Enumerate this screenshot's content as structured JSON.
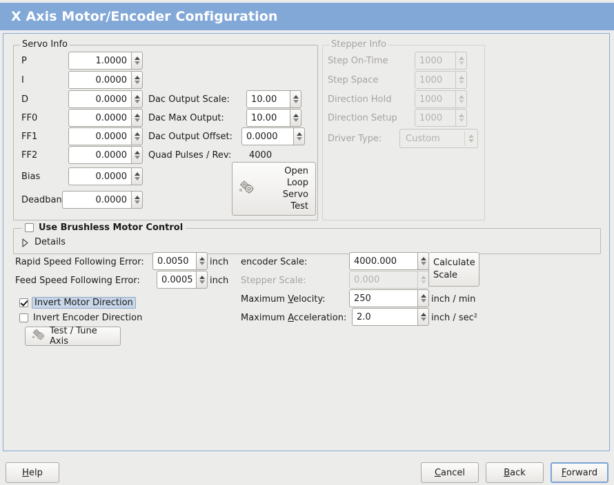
{
  "header": {
    "title": "X Axis Motor/Encoder Configuration"
  },
  "servo_info": {
    "legend": "Servo Info",
    "rows": [
      {
        "label": "P",
        "value": "1.0000"
      },
      {
        "label": "I",
        "value": "0.0000"
      },
      {
        "label": "D",
        "value": "0.0000"
      },
      {
        "label": "FF0",
        "value": "0.0000"
      },
      {
        "label": "FF1",
        "value": "0.0000"
      },
      {
        "label": "FF2",
        "value": "0.0000"
      },
      {
        "label": "Bias",
        "value": "0.0000"
      },
      {
        "label": "Deadband",
        "value": "0.0000"
      }
    ],
    "dac": [
      {
        "label": "Dac Output Scale:",
        "value": "10.00"
      },
      {
        "label": "Dac Max Output:",
        "value": "10.00"
      },
      {
        "label": "Dac Output Offset:",
        "value": "0.0000"
      }
    ],
    "quad_pulses_label": "Quad Pulses / Rev:",
    "quad_pulses_value": "4000",
    "open_loop_button": {
      "line1": "Open",
      "line2": "Loop",
      "line3": "Servo",
      "line4": "Test"
    }
  },
  "stepper_info": {
    "legend": "Stepper Info",
    "rows": [
      {
        "label": "Step On-Time",
        "value": "1000"
      },
      {
        "label": "Step Space",
        "value": "1000"
      },
      {
        "label": "Direction Hold",
        "value": "1000"
      },
      {
        "label": "Direction Setup",
        "value": "1000"
      }
    ],
    "driver_type_label": "Driver Type:",
    "driver_type_value": "Custom"
  },
  "brushless": {
    "checkbox_label": "Use Brushless Motor Control",
    "checked": false,
    "details_label": "Details",
    "details_expanded": false
  },
  "lower_left": {
    "rapid_label": "Rapid Speed Following Error:",
    "rapid_value": "0.0050",
    "rapid_unit": "inch",
    "feed_label": "Feed Speed Following Error:",
    "feed_value": "0.0005",
    "feed_unit": "inch",
    "invert_motor_label": "Invert Motor Direction",
    "invert_motor_checked": true,
    "invert_encoder_label": "Invert Encoder Direction",
    "invert_encoder_checked": false,
    "test_tune_label": "Test / Tune Axis"
  },
  "lower_right": {
    "encoder_scale_label": "encoder Scale:",
    "encoder_scale_value": "4000.000",
    "stepper_scale_label": "Stepper Scale:",
    "stepper_scale_value": "0.000",
    "max_velocity_label_pre": "Maximum ",
    "max_velocity_label_key": "V",
    "max_velocity_label_post": "elocity:",
    "max_velocity_value": "250",
    "max_velocity_unit": "inch / min",
    "max_accel_label_pre": "Maximum ",
    "max_accel_label_key": "A",
    "max_accel_label_post": "cceleration:",
    "max_accel_value": "2.0",
    "max_accel_unit": "inch / sec²",
    "calculate_scale_line1": "Calculate",
    "calculate_scale_line2": "Scale"
  },
  "footer": {
    "help_pre": "H",
    "help_post": "elp",
    "cancel_pre": "C",
    "cancel_post": "ancel",
    "back_pre": "B",
    "back_post": "ack",
    "forward_pre": "F",
    "forward_post": "orward"
  },
  "colors": {
    "header_blue": "#82a8d8",
    "panel_border": "#87a9d3",
    "background": "#ececeb",
    "focus_blue": "#7ba3d6",
    "highlight": "#c8d6e9"
  }
}
